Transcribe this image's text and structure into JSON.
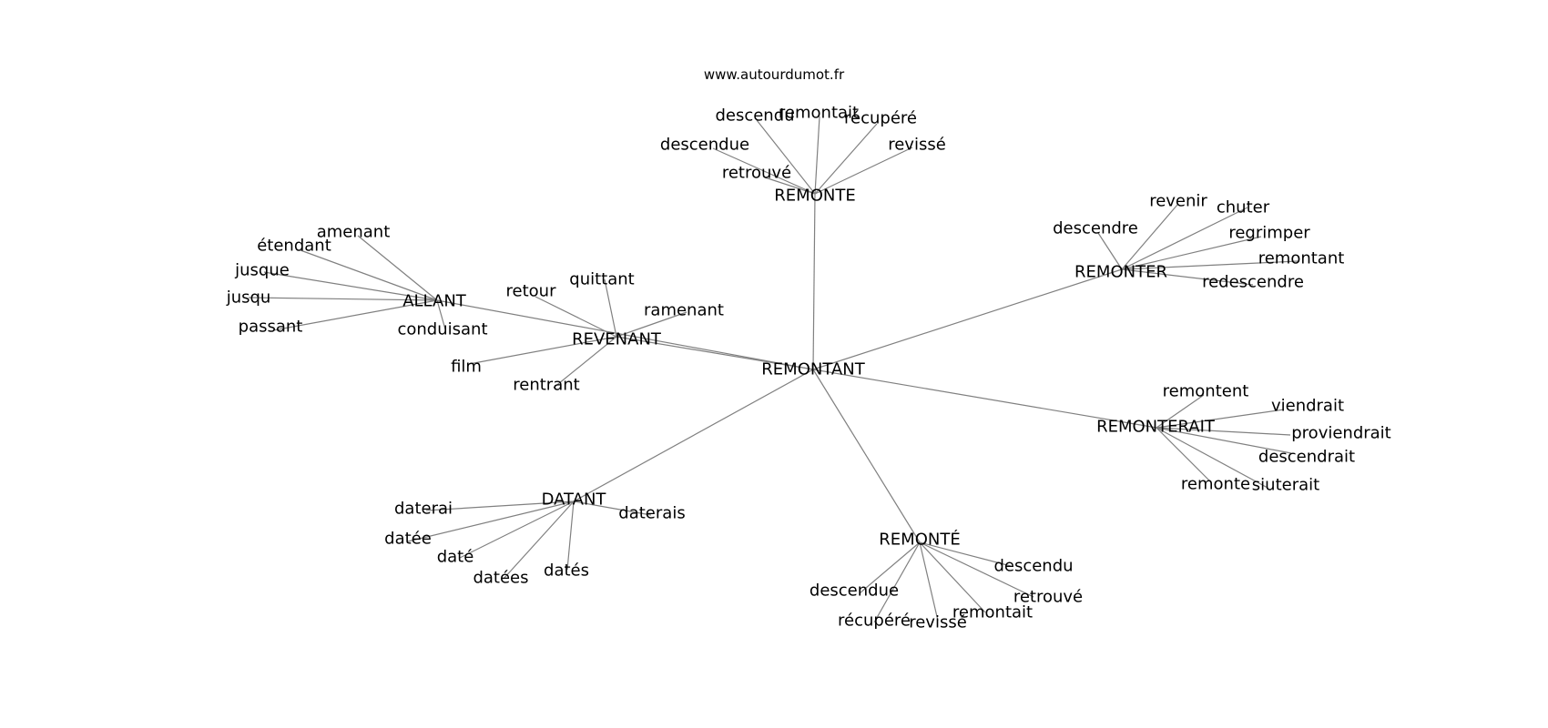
{
  "watermark": "www.autourdumot.fr",
  "graph": {
    "center": "REMONTANT",
    "hubs": [
      {
        "word": "REMONTE",
        "leaves": [
          "descendu",
          "remontait",
          "récupéré",
          "revissé",
          "descendue",
          "retrouvé"
        ]
      },
      {
        "word": "REMONTER",
        "leaves": [
          "revenir",
          "chuter",
          "descendre",
          "regrimper",
          "remontant",
          "redescendre"
        ]
      },
      {
        "word": "ALLANT",
        "leaves": [
          "amenant",
          "étendant",
          "jusque",
          "jusqu",
          "passant",
          "conduisant"
        ]
      },
      {
        "word": "REVENANT",
        "leaves": [
          "quittant",
          "retour",
          "ramenant",
          "film",
          "rentrant"
        ]
      },
      {
        "word": "REMONTERAIT",
        "leaves": [
          "remontent",
          "viendrait",
          "proviendrait",
          "descendrait",
          "remonte",
          "siuterait"
        ]
      },
      {
        "word": "DATANT",
        "leaves": [
          "daterai",
          "datée",
          "daté",
          "datées",
          "daterais",
          "datés"
        ]
      },
      {
        "word": "REMONTÉ",
        "leaves": [
          "descendu",
          "retrouvé",
          "descendue",
          "remontait",
          "récupéré",
          "revissé"
        ]
      }
    ]
  }
}
